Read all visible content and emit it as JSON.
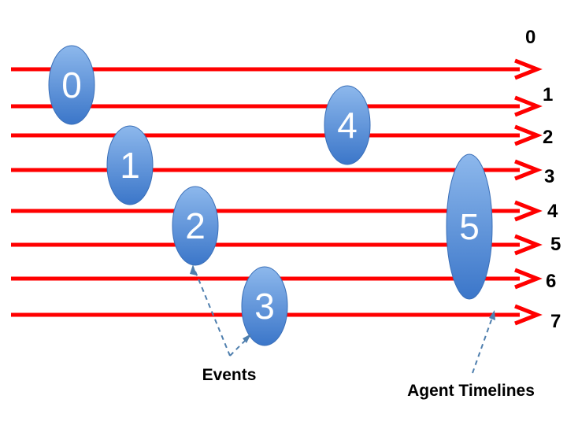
{
  "colors": {
    "timeline": "#ff0000",
    "event_fill_light": "#8db8ec",
    "event_fill_dark": "#3b76c9",
    "pointer": "#4f7fae",
    "label": "#000000"
  },
  "timelines": [
    {
      "label": "0"
    },
    {
      "label": "1"
    },
    {
      "label": "2"
    },
    {
      "label": "3"
    },
    {
      "label": "4"
    },
    {
      "label": "5"
    },
    {
      "label": "6"
    },
    {
      "label": "7"
    }
  ],
  "events": [
    {
      "label": "0"
    },
    {
      "label": "1"
    },
    {
      "label": "2"
    },
    {
      "label": "3"
    },
    {
      "label": "4"
    },
    {
      "label": "5"
    }
  ],
  "annotations": {
    "events": "Events",
    "agent_timelines": "Agent Timelines"
  }
}
